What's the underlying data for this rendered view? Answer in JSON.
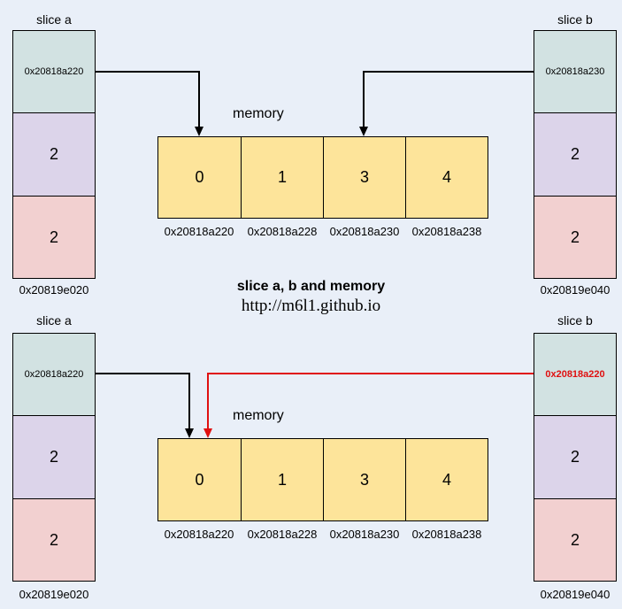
{
  "diagrams": [
    {
      "slice_a": {
        "label": "slice a",
        "pointer": "0x20818a220",
        "len": "2",
        "cap": "2",
        "address": "0x20819e020"
      },
      "slice_b": {
        "label": "slice b",
        "pointer": "0x20818a230",
        "len": "2",
        "cap": "2",
        "address": "0x20819e040"
      },
      "memory": {
        "label": "memory",
        "values": [
          "0",
          "1",
          "3",
          "4"
        ],
        "addresses": [
          "0x20818a220",
          "0x20818a228",
          "0x20818a230",
          "0x20818a238"
        ]
      }
    },
    {
      "slice_a": {
        "label": "slice a",
        "pointer": "0x20818a220",
        "len": "2",
        "cap": "2",
        "address": "0x20819e020"
      },
      "slice_b": {
        "label": "slice b",
        "pointer": "0x20818a220",
        "len": "2",
        "cap": "2",
        "address": "0x20819e040"
      },
      "memory": {
        "label": "memory",
        "values": [
          "0",
          "1",
          "3",
          "4"
        ],
        "addresses": [
          "0x20818a220",
          "0x20818a228",
          "0x20818a230",
          "0x20818a238"
        ]
      }
    }
  ],
  "caption": {
    "title": "slice a, b and memory",
    "url": "http://m6l1.github.io"
  },
  "colors": {
    "pointer": "#d2e2e2",
    "len": "#dcd4ea",
    "cap": "#f2d0d0",
    "memory": "#fde49a",
    "highlight": "#e01010"
  }
}
